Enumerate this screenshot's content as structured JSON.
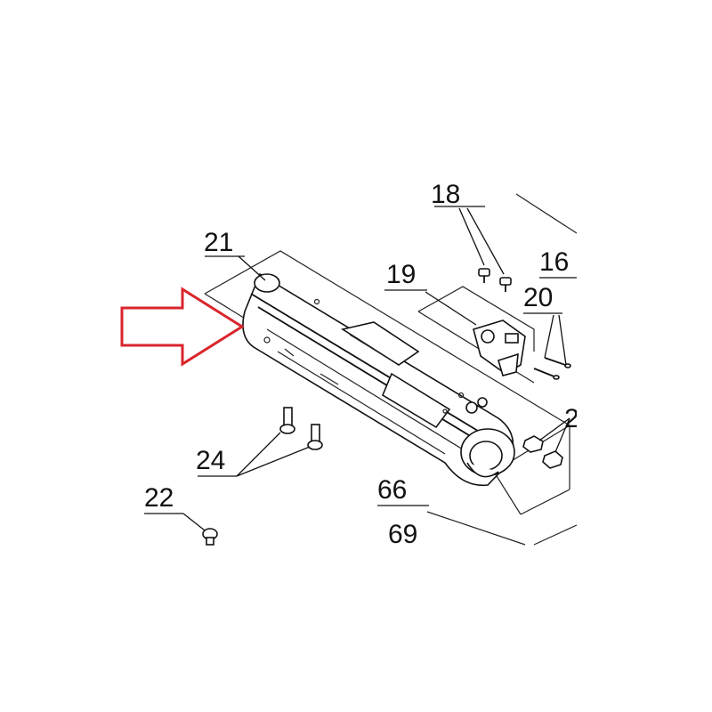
{
  "labels": {
    "l21": "21",
    "l18": "18",
    "l16": "16",
    "l19": "19",
    "l20": "20",
    "l24": "24",
    "l22": "22",
    "l66": "66",
    "l69": "69",
    "l2": "2"
  },
  "colors": {
    "arrow": "#d9262c",
    "line": "#111111",
    "background": "#ffffff"
  }
}
